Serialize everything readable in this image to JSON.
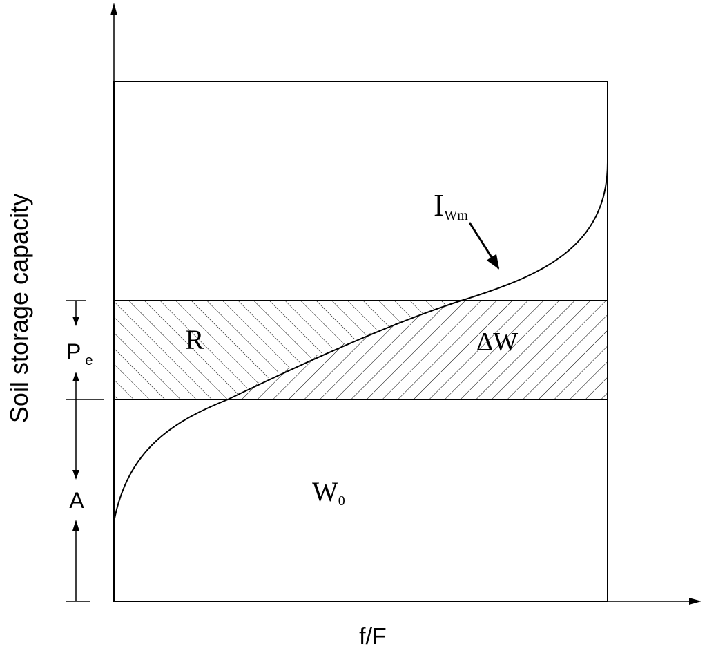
{
  "diagram": {
    "axis_labels": {
      "y": "Soil storage capacity",
      "x": "f/F"
    },
    "curve_label": {
      "main": "I",
      "sub": "Wm"
    },
    "regions": {
      "runoff": "R",
      "storage_change": "ΔW",
      "initial_storage": {
        "main": "W",
        "sub": "0"
      }
    },
    "dimensions": {
      "effective_precip": {
        "main": "P",
        "sub": "e"
      },
      "initial": "A"
    }
  }
}
